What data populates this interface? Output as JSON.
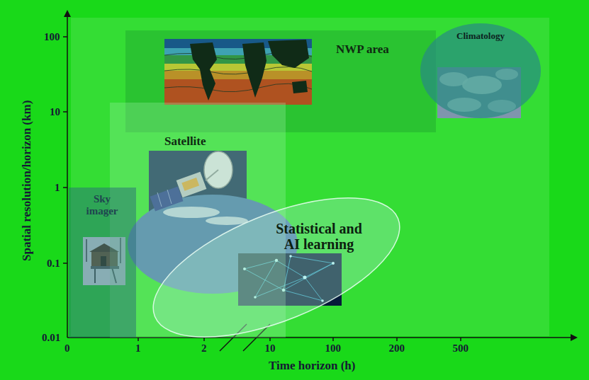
{
  "diagram": {
    "nodes": [
      {
        "text": [
          "NWP area"
        ]
      },
      {
        "text": [
          "Climatology"
        ]
      },
      {
        "text": [
          "Satellite"
        ]
      },
      {
        "text": [
          "Sky imager"
        ]
      },
      {
        "text": [
          "Statistical and AI learning"
        ]
      }
    ],
    "labels": [
      "100",
      "10",
      "1",
      "0.1",
      "0.01",
      "0",
      "1",
      "2",
      "10",
      "100",
      "200",
      "500",
      "Time horizon (h)",
      "Spatial resolution/horizon (km)"
    ]
  }
}
